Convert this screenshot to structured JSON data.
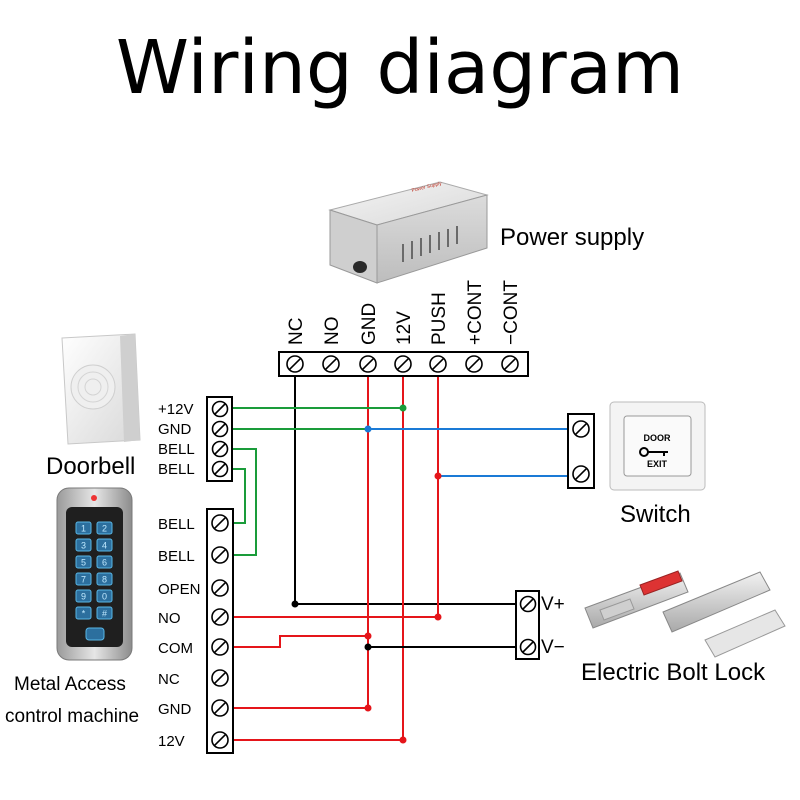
{
  "title": "Wiring diagram",
  "labels": {
    "power_supply": "Power supply",
    "doorbell": "Doorbell",
    "switch": "Switch",
    "lock": "Electric Bolt Lock",
    "access_line1": "Metal Access",
    "access_line2": "control machine"
  },
  "psu_terminals": [
    "NC",
    "NO",
    "GND",
    "12V",
    "PUSH",
    "+CONT",
    "−CONT"
  ],
  "doorbell_terminals": [
    "+12V",
    "GND",
    "BELL",
    "BELL"
  ],
  "access_terminals": [
    "BELL",
    "BELL",
    "OPEN",
    "NO",
    "COM",
    "NC",
    "GND",
    "12V"
  ],
  "lock_terminals": [
    "V+",
    "V−"
  ],
  "psu_label_text": "Power Supply",
  "switch_plate": {
    "line1": "DOOR",
    "line2": "EXIT"
  },
  "keypad_keys": [
    "1",
    "2",
    "3",
    "4",
    "5",
    "6",
    "7",
    "8",
    "9",
    "0",
    "*",
    "#"
  ],
  "wire_colors": {
    "black": "#000000",
    "red": "#e5151a",
    "green": "#1a9c3a",
    "blue": "#1a7ad6"
  }
}
